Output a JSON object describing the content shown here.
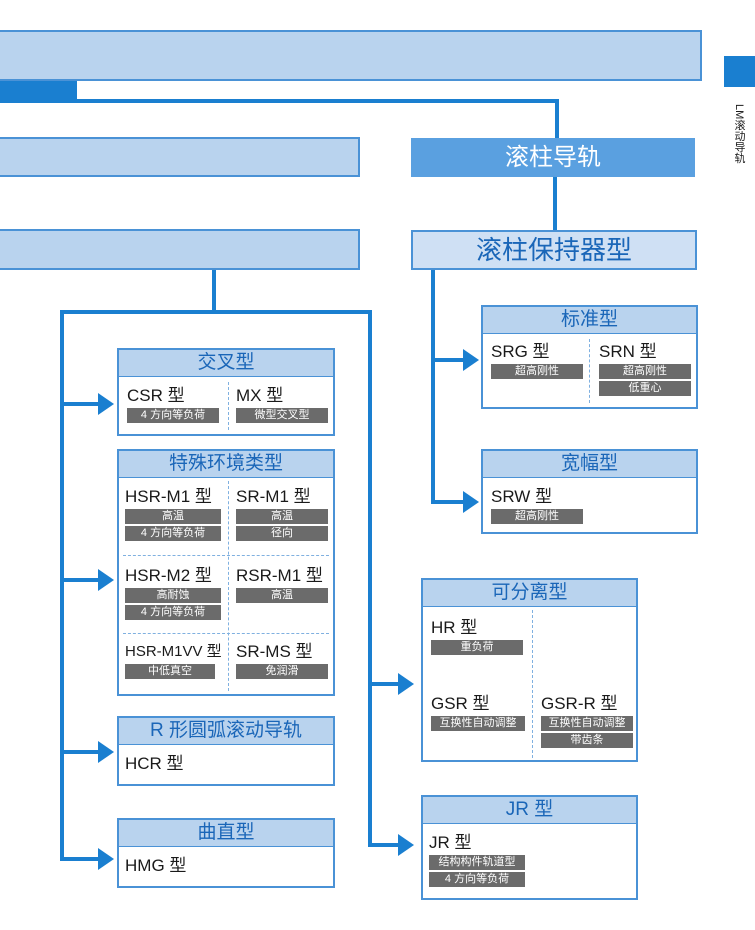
{
  "side_tab": {
    "label": "LM滚动导轨",
    "color": "#1a7fd0"
  },
  "roller_guide": {
    "title": "滚柱导轨"
  },
  "roller_retainer": {
    "title": "滚柱保持器型"
  },
  "standard": {
    "title": "标准型",
    "srg": {
      "name": "SRG 型",
      "tags": [
        "超高刚性"
      ]
    },
    "srn": {
      "name": "SRN 型",
      "tags": [
        "超高刚性",
        "低重心"
      ]
    }
  },
  "wide": {
    "title": "宽幅型",
    "srw": {
      "name": "SRW 型",
      "tags": [
        "超高刚性"
      ]
    }
  },
  "cross": {
    "title": "交叉型",
    "csr": {
      "name": "CSR 型",
      "tags": [
        "4 方向等负荷"
      ]
    },
    "mx": {
      "name": "MX 型",
      "tags": [
        "微型交叉型"
      ]
    }
  },
  "special": {
    "title": "特殊环境类型",
    "hsr_m1": {
      "name": "HSR-M1 型",
      "tags": [
        "高温",
        "4 方向等负荷"
      ]
    },
    "sr_m1": {
      "name": "SR-M1 型",
      "tags": [
        "高温",
        "径向"
      ]
    },
    "hsr_m2": {
      "name": "HSR-M2 型",
      "tags": [
        "高耐蚀",
        "4 方向等负荷"
      ]
    },
    "rsr_m1": {
      "name": "RSR-M1 型",
      "tags": [
        "高温"
      ]
    },
    "hsr_m1vv": {
      "name": "HSR-M1VV 型",
      "tags": [
        "中低真空"
      ]
    },
    "sr_ms": {
      "name": "SR-MS 型",
      "tags": [
        "免润滑"
      ]
    }
  },
  "r_arc": {
    "title": "R 形圆弧滚动导轨",
    "hcr": {
      "name": "HCR 型"
    }
  },
  "curve": {
    "title": "曲直型",
    "hmg": {
      "name": "HMG 型"
    }
  },
  "separable": {
    "title": "可分离型",
    "hr": {
      "name": "HR 型",
      "tags": [
        "重负荷"
      ]
    },
    "gsr": {
      "name": "GSR 型",
      "tags": [
        "互换性自动调整"
      ]
    },
    "gsr_r": {
      "name": "GSR-R 型",
      "tags": [
        "互换性自动调整",
        "带齿条"
      ]
    }
  },
  "jr": {
    "title": "JR 型",
    "jr": {
      "name": "JR 型",
      "tags": [
        "结构构件轨道型",
        "4 方向等负荷"
      ]
    }
  },
  "colors": {
    "line": "#1a7fd0",
    "header_fill": "#b9d3ee",
    "border": "#4a92d6",
    "tag_fill": "#6b6b6b"
  }
}
